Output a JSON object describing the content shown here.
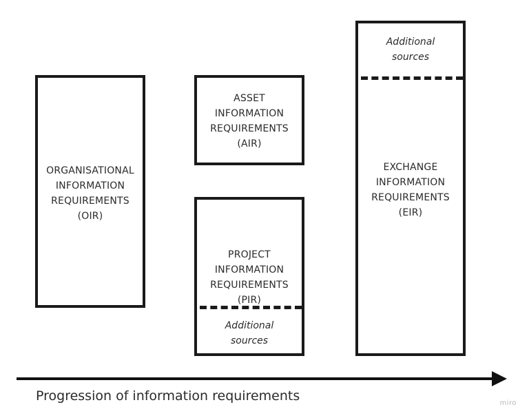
{
  "boxes": {
    "oir": {
      "lines": [
        "ORGANISATIONAL",
        "INFORMATION",
        "REQUIREMENTS",
        "(OIR)"
      ]
    },
    "air": {
      "lines": [
        "ASSET",
        "INFORMATION",
        "REQUIREMENTS",
        "(AIR)"
      ]
    },
    "pir": {
      "lines": [
        "PROJECT",
        "INFORMATION",
        "REQUIREMENTS",
        "(PIR)"
      ],
      "note": [
        "Additional",
        "sources"
      ]
    },
    "eir": {
      "lines": [
        "EXCHANGE",
        "INFORMATION",
        "REQUIREMENTS",
        "(EIR)"
      ],
      "note": [
        "Additional",
        "sources"
      ]
    }
  },
  "axis": {
    "label": "Progression of information requirements"
  },
  "watermark": "miro"
}
